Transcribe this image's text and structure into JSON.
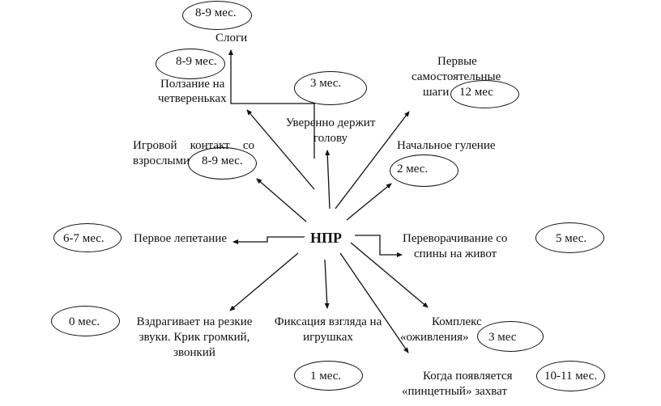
{
  "title": "НПР",
  "nodes": {
    "syllables": {
      "label": "Слоги",
      "age": "8-9 мес."
    },
    "crawling": {
      "line1": "Ползание на",
      "line2": "четвереньках",
      "age": "8-9 мес."
    },
    "head": {
      "line1": "Уверенно держит",
      "line2": "голову",
      "age": "3 мес."
    },
    "steps": {
      "line1": "Первые",
      "line2": "самостоятельные",
      "line3": "шаги",
      "age": "12 мес"
    },
    "play": {
      "line1": "Игровой контакт со",
      "line2": "взрослыми",
      "age": "8-9 мес."
    },
    "cooing": {
      "label": "Начальное гуление",
      "age": "2 мес."
    },
    "babbling": {
      "label": "Первое лепетание",
      "age": "6-7 мес."
    },
    "rolling": {
      "line1": "Переворачивание со",
      "line2": "спины на живот",
      "age": "5 мес."
    },
    "startle": {
      "line1": "Вздрагивает на резкие",
      "line2": "звуки. Крик громкий,",
      "line3": "звонкий",
      "age": "0 мес."
    },
    "fixation": {
      "line1": "Фиксация взгляда на",
      "line2": "игрушках",
      "age": "1 мес."
    },
    "revival": {
      "line1": "Комплекс",
      "line2": "«оживления»",
      "age": "3 мес"
    },
    "pincer": {
      "line1": "Когда появляется",
      "line2": "«пинцетный» захват",
      "age": "10-11 мес."
    }
  }
}
